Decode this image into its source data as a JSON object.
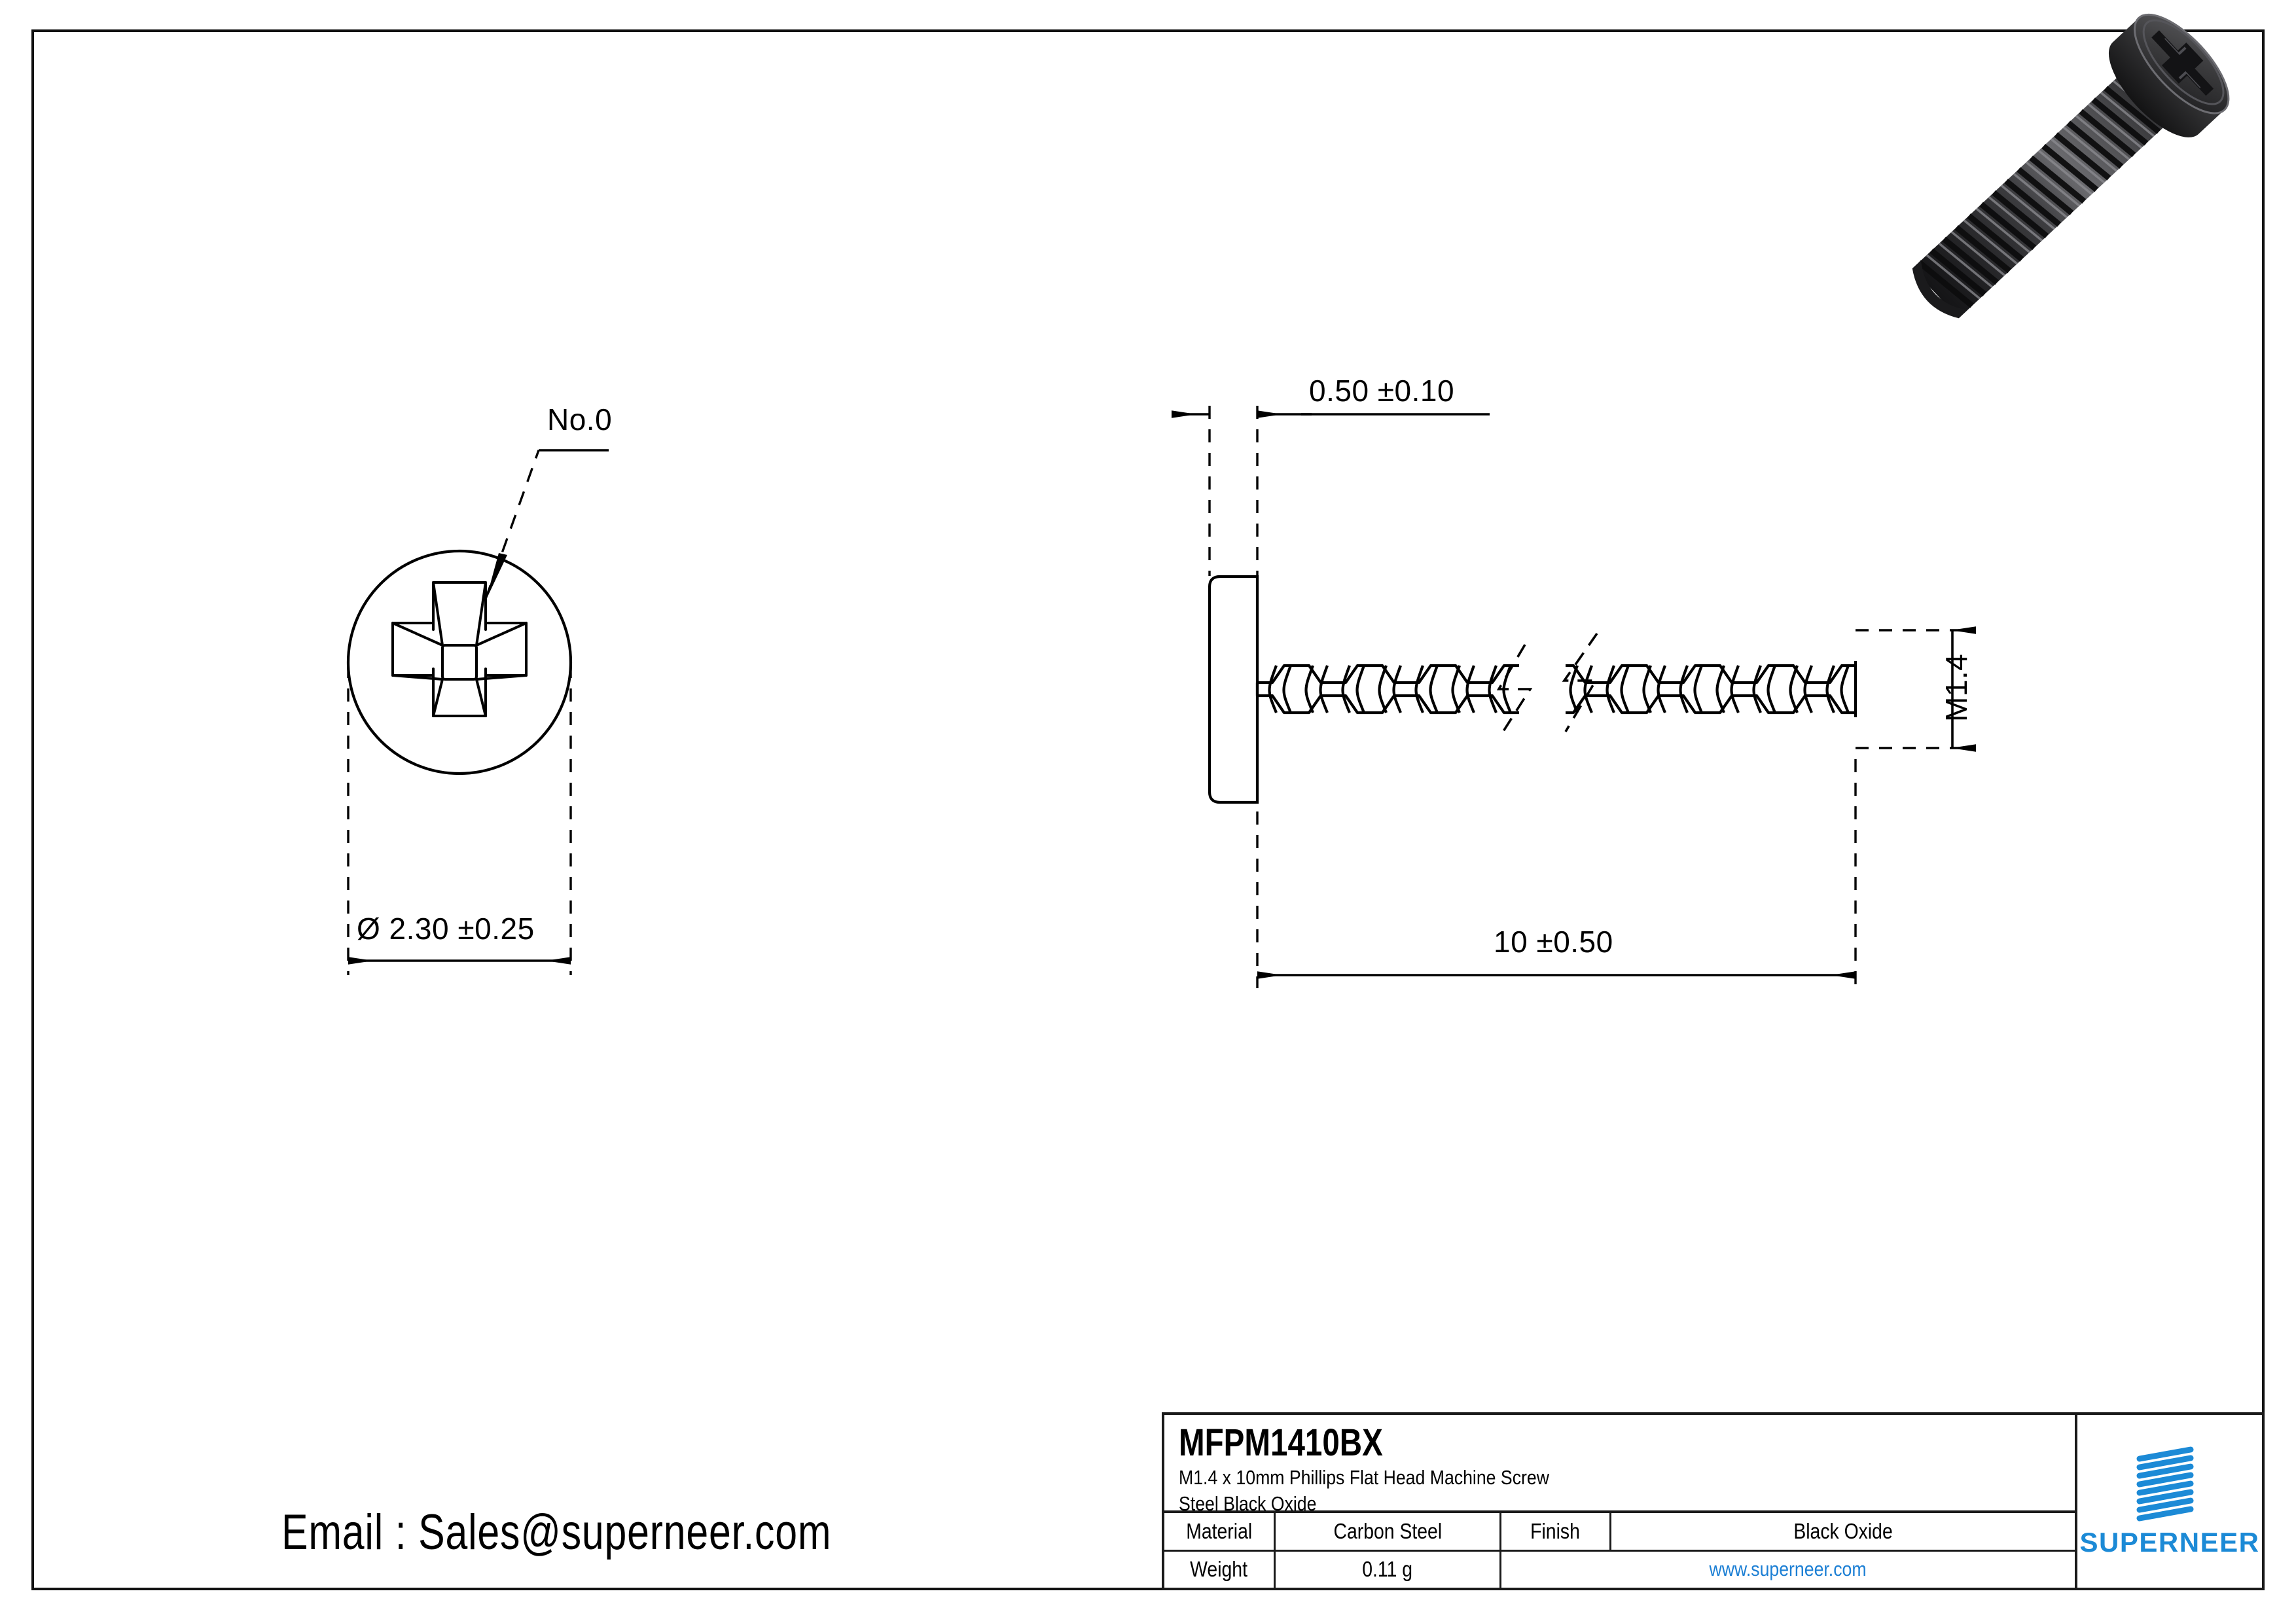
{
  "sheet": {
    "background_color": "#ffffff",
    "line_color": "#000000"
  },
  "front_view": {
    "callout_label": "No.0",
    "diameter_dimension": "Ø 2.30 ±0.25",
    "recess_type": "phillips-cross"
  },
  "side_view": {
    "head_height_dimension": "0.50 ±0.10",
    "thread_size_dimension": "M1.4",
    "length_dimension": "10 ±0.50"
  },
  "isometric_view": {
    "description": "3D rendered black oxide pan head phillips machine screw",
    "body_color": "#3a3a3c",
    "head_color": "#2b2b2d"
  },
  "contact": {
    "email_line": "Email : Sales@superneer.com"
  },
  "title_block": {
    "part_number": "MFPM1410BX",
    "description_line_1": "M1.4 x 10mm Phillips Flat Head Machine Screw",
    "description_line_2": "Steel Black Oxide",
    "material_label": "Material",
    "material_value": "Carbon Steel",
    "finish_label": "Finish",
    "finish_value": "Black Oxide",
    "weight_label": "Weight",
    "weight_value": "0.11 g",
    "website": "www.superneer.com",
    "brand_name": "SUPERNEER",
    "brand_color": "#1c8ad6",
    "link_color": "#1c7fd4"
  }
}
